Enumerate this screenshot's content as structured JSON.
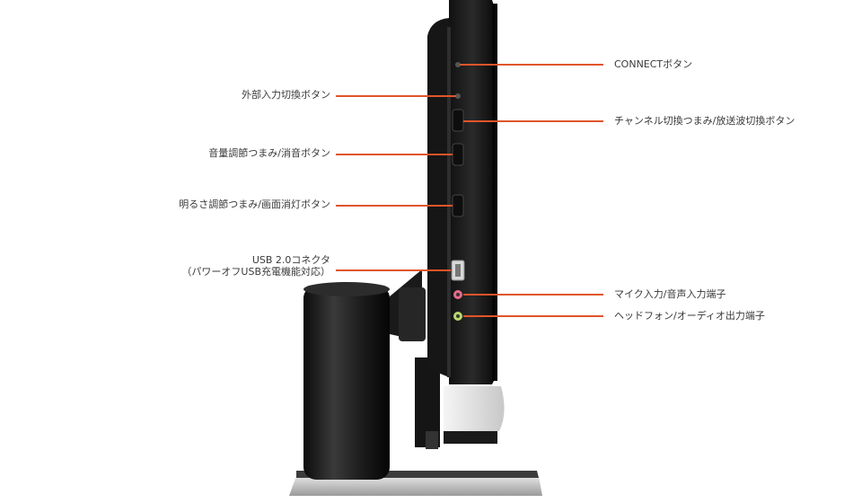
{
  "callouts": {
    "connect": "CONNECTボタン",
    "input_switch": "外部入力切換ボタン",
    "channel": "チャンネル切換つまみ/放送波切換ボタン",
    "volume": "音量調節つまみ/消音ボタン",
    "brightness": "明るさ調節つまみ/画面消灯ボタン",
    "usb_line1": "USB 2.0コネクタ",
    "usb_line2": "（パワーオフUSB充電機能対応）",
    "mic": "マイク入力/音声入力端子",
    "headphone": "ヘッドフォン/オーディオ出力端子"
  },
  "colors": {
    "leader_line": "#e0552a",
    "device_body": "#1e1e1e",
    "mic_jack": "#e86a8a",
    "headphone_jack": "#b9d86a"
  }
}
